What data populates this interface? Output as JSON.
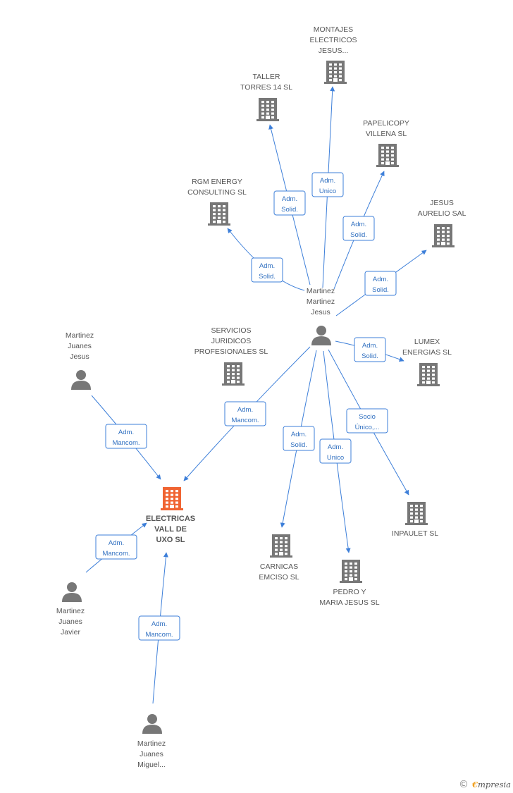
{
  "colors": {
    "edge": "#3d7fd9",
    "company": "#777777",
    "focus_company": "#f06432",
    "person": "#777777",
    "label": "#555555"
  },
  "nodes": [
    {
      "id": "electricas",
      "type": "company",
      "focus": true,
      "lines": [
        "ELECTRICAS",
        "VALL DE",
        "UXO SL"
      ]
    },
    {
      "id": "mmj",
      "type": "person",
      "lines": [
        "Martinez",
        "Martinez",
        "Jesus"
      ]
    },
    {
      "id": "mj_jesus",
      "type": "person",
      "lines": [
        "Martinez",
        "Juanes",
        "Jesus"
      ]
    },
    {
      "id": "mj_javier",
      "type": "person",
      "lines": [
        "Martinez",
        "Juanes",
        "Javier"
      ]
    },
    {
      "id": "mj_miguel",
      "type": "person",
      "lines": [
        "Martinez",
        "Juanes",
        "Miguel..."
      ]
    },
    {
      "id": "montajes",
      "type": "company",
      "lines": [
        "MONTAJES",
        "ELECTRICOS",
        "JESUS..."
      ]
    },
    {
      "id": "taller",
      "type": "company",
      "lines": [
        "TALLER",
        "TORRES 14 SL"
      ]
    },
    {
      "id": "papelicopy",
      "type": "company",
      "lines": [
        "PAPELICOPY",
        "VILLENA  SL"
      ]
    },
    {
      "id": "rgm",
      "type": "company",
      "lines": [
        "RGM ENERGY",
        "CONSULTING  SL"
      ]
    },
    {
      "id": "jesus_aurelio",
      "type": "company",
      "lines": [
        "JESUS",
        "AURELIO SAL"
      ]
    },
    {
      "id": "servicios",
      "type": "company",
      "lines": [
        "SERVICIOS",
        "JURIDICOS",
        "PROFESIONALES SL"
      ]
    },
    {
      "id": "lumex",
      "type": "company",
      "lines": [
        "LUMEX",
        "ENERGIAS SL"
      ]
    },
    {
      "id": "inpaulet",
      "type": "company",
      "lines": [
        "INPAULET  SL"
      ]
    },
    {
      "id": "carnicas",
      "type": "company",
      "lines": [
        "CARNICAS",
        "EMCISO SL"
      ]
    },
    {
      "id": "pedro",
      "type": "company",
      "lines": [
        "PEDRO Y",
        "MARIA JESUS SL"
      ]
    }
  ],
  "edges": [
    {
      "from": "mmj",
      "to": "montajes",
      "label": [
        "Adm.",
        "Unico"
      ]
    },
    {
      "from": "mmj",
      "to": "taller",
      "label": [
        "Adm.",
        "Solid."
      ]
    },
    {
      "from": "mmj",
      "to": "papelicopy",
      "label": [
        "Adm.",
        "Solid."
      ]
    },
    {
      "from": "mmj",
      "to": "rgm",
      "label": [
        "Adm.",
        "Solid."
      ]
    },
    {
      "from": "mmj",
      "to": "jesus_aurelio",
      "label": [
        "Adm.",
        "Solid."
      ]
    },
    {
      "from": "mmj",
      "to": "lumex",
      "label": [
        "Adm.",
        "Solid."
      ]
    },
    {
      "from": "mmj",
      "to": "electricas",
      "label": [
        "Adm.",
        "Mancom."
      ]
    },
    {
      "from": "mmj",
      "to": "inpaulet",
      "label": [
        "Socio",
        "Único,..."
      ]
    },
    {
      "from": "mmj",
      "to": "carnicas",
      "label": [
        "Adm.",
        "Solid."
      ]
    },
    {
      "from": "mmj",
      "to": "pedro",
      "label": [
        "Adm.",
        "Unico"
      ]
    },
    {
      "from": "mj_jesus",
      "to": "electricas",
      "label": [
        "Adm.",
        "Mancom."
      ]
    },
    {
      "from": "mj_javier",
      "to": "electricas",
      "label": [
        "Adm.",
        "Mancom."
      ]
    },
    {
      "from": "mj_miguel",
      "to": "electricas",
      "label": [
        "Adm.",
        "Mancom."
      ]
    }
  ],
  "footer": {
    "copyright": "©",
    "brand_initial": "€",
    "brand_rest": "mpresia"
  }
}
